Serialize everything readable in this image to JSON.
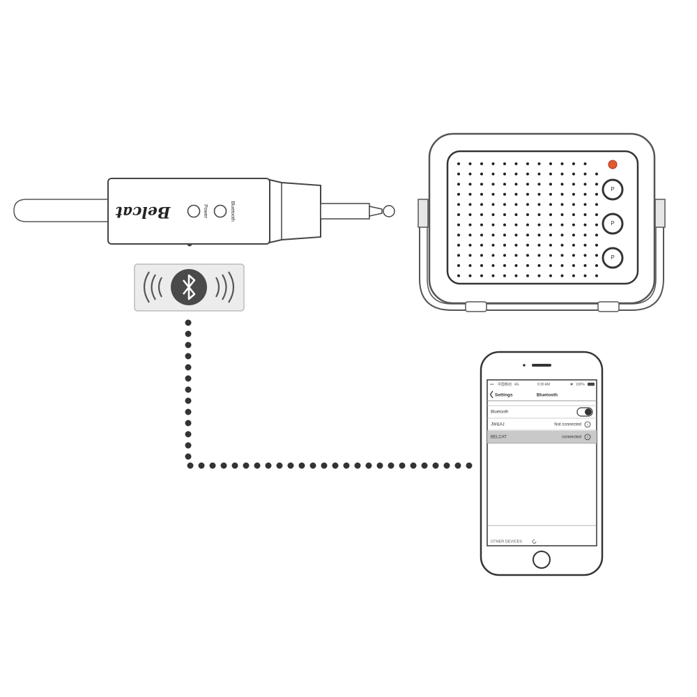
{
  "transmitter": {
    "brand": "Belcat",
    "power_label": "Power",
    "bluetooth_label": "Bluetooth"
  },
  "bluetooth_badge": {
    "icon": "bluetooth-icon"
  },
  "amplifier": {
    "knob_label": "P"
  },
  "phone": {
    "status_bar": {
      "carrier": "中国移动",
      "network": "4G",
      "time": "9:30 AM",
      "battery": "100%"
    },
    "nav": {
      "back_label": "Settings",
      "title": "Bluetooth"
    },
    "bluetooth_row_label": "Bluetooth",
    "devices": [
      {
        "name": "JW&AJ",
        "status": "Not connected"
      },
      {
        "name": "BELCAT",
        "status": "connected"
      }
    ],
    "other_devices_label": "OTHER DEVICES"
  }
}
